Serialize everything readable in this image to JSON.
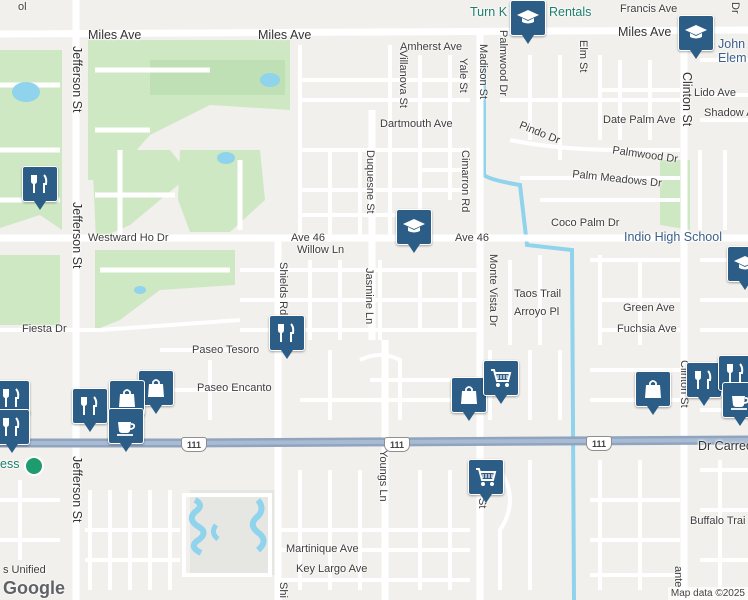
{
  "map": {
    "attribution": "Map data ©2025",
    "logo": "Google",
    "highway_shield": "111",
    "colors": {
      "land": "#f2f0ec",
      "park": "#cfe8c4",
      "road": "#ffffff",
      "highway": "#8fa4bf",
      "water": "#8fd3ec",
      "pin": "#2b5d86",
      "poi_text": "#1e7d6c"
    }
  },
  "streets": {
    "miles_ave_left": "Miles Ave",
    "miles_ave_mid": "Miles Ave",
    "miles_ave_right": "Miles Ave",
    "francis_ave": "Francis Ave",
    "amherst_ave": "Amherst Ave",
    "villanova_st": "Villanova St",
    "yale_st": "Yale St",
    "madison_st": "Madison St",
    "palmwood_dr_v": "Palmwood Dr",
    "elm_st": "Elm St",
    "clinton_st_top": "Clinton St",
    "lido_ave": "Lido Ave",
    "shadow_ave": "Shadow A",
    "dartmouth_ave": "Dartmouth Ave",
    "date_palm_ave": "Date Palm Ave",
    "pindo_dr": "Pindo Dr",
    "palmwood_dr": "Palmwood Dr",
    "palm_meadows_dr": "Palm Meadows Dr",
    "duquesne_st": "Duquesne St",
    "cimarron_rd": "Cimarron Rd",
    "coco_palm_dr": "Coco Palm Dr",
    "jefferson_st_top": "Jefferson St",
    "jefferson_st_mid": "Jefferson St",
    "jefferson_st_bot": "Jefferson St",
    "westward_ho_dr": "Westward Ho Dr",
    "ave_46_left": "Ave 46",
    "ave_46_right": "Ave 46",
    "willow_ln": "Willow Ln",
    "shields_rd": "Shields Rd",
    "shields_rd_bot": "Shi",
    "jasmine_ln": "Jasmine Ln",
    "monte_vista_dr": "Monte Vista Dr",
    "taos_trail": "Taos Trail",
    "arroyo_pl": "Arroyo Pl",
    "green_ave": "Green Ave",
    "fuchsia_ave": "Fuchsia Ave",
    "fiesta_dr": "Fiesta Dr",
    "paseo_tesoro": "Paseo Tesoro",
    "paseo_encanto": "Paseo Encanto",
    "clinton_st_mid": "Clinton St",
    "dr_carreon": "Dr Carreo",
    "youngs_ln": "Youngs Ln",
    "st_fragment": "St",
    "buffalo_trail": "Buffalo Trai",
    "martinique_ave": "Martinique Ave",
    "key_largo_ave": "Key Largo Ave",
    "ante_fragment": "ante",
    "hr_fragment": "Dr",
    "unified": "s Unified",
    "unified2": "ol"
  },
  "places": {
    "turn_key_rentals": "Turn K",
    "rentals": "Rentals",
    "johnson_elem_1": "John",
    "johnson_elem_2": "Elem",
    "indio_high_school": "Indio High School",
    "fitness": "ess"
  },
  "pins": [
    {
      "type": "school",
      "icon": "graduation-cap-icon"
    },
    {
      "type": "school",
      "icon": "graduation-cap-icon"
    },
    {
      "type": "school",
      "icon": "graduation-cap-icon"
    },
    {
      "type": "school",
      "icon": "graduation-cap-icon"
    },
    {
      "type": "restaurant",
      "icon": "fork-knife-icon"
    },
    {
      "type": "restaurant",
      "icon": "fork-knife-icon"
    },
    {
      "type": "restaurant",
      "icon": "fork-knife-icon"
    },
    {
      "type": "restaurant",
      "icon": "fork-knife-icon"
    },
    {
      "type": "restaurant",
      "icon": "fork-knife-icon"
    },
    {
      "type": "restaurant",
      "icon": "fork-knife-icon"
    },
    {
      "type": "restaurant",
      "icon": "fork-knife-icon"
    },
    {
      "type": "shopping",
      "icon": "shopping-bag-icon"
    },
    {
      "type": "shopping",
      "icon": "shopping-bag-icon"
    },
    {
      "type": "shopping",
      "icon": "shopping-bag-icon"
    },
    {
      "type": "shopping",
      "icon": "shopping-bag-icon"
    },
    {
      "type": "grocery",
      "icon": "shopping-cart-icon"
    },
    {
      "type": "grocery",
      "icon": "shopping-cart-icon"
    },
    {
      "type": "cafe",
      "icon": "coffee-cup-icon"
    },
    {
      "type": "cafe",
      "icon": "coffee-cup-icon"
    }
  ]
}
